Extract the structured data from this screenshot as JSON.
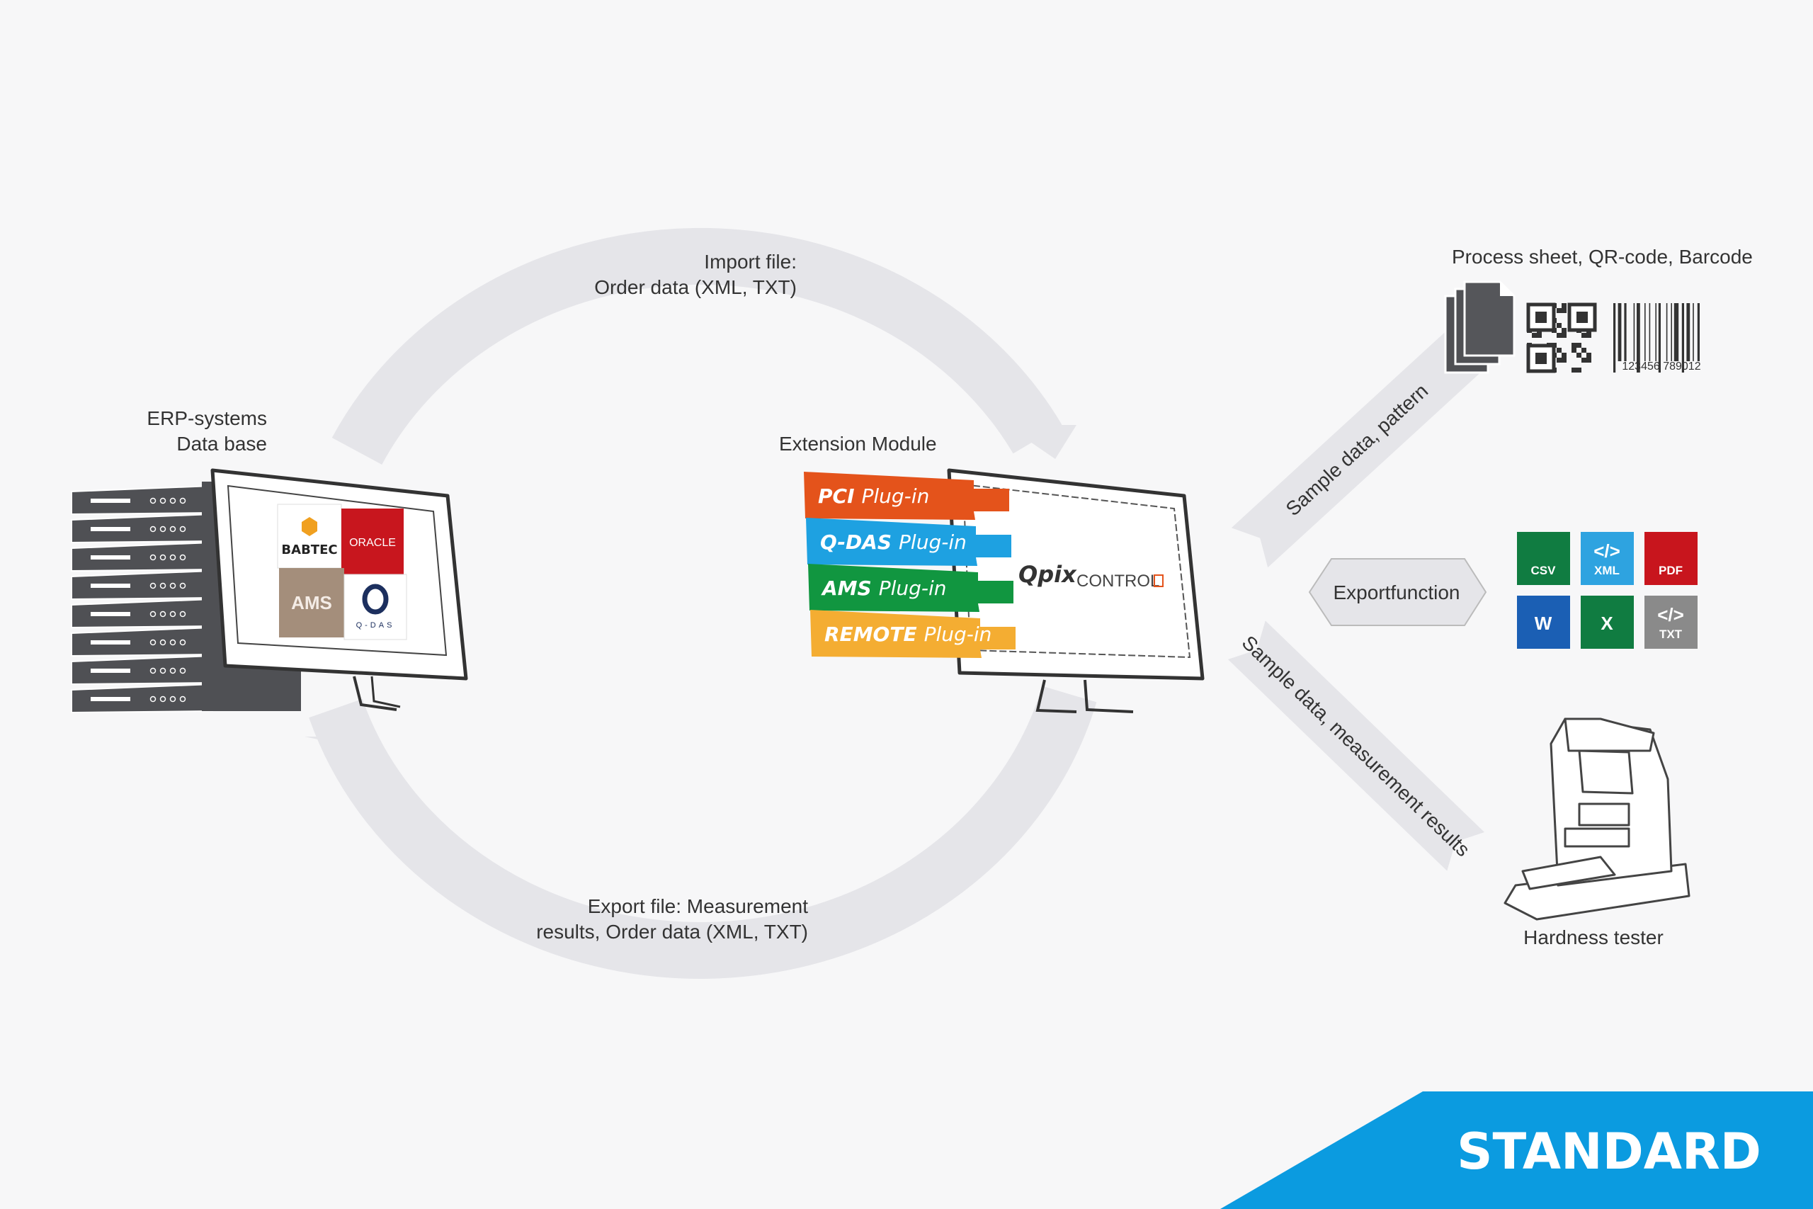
{
  "labels": {
    "import_line1": "Import file:",
    "import_line2": "Order data (XML, TXT)",
    "erp_line1": "ERP-systems",
    "erp_line2": "Data base",
    "extension_module": "Extension Module",
    "export_line1": "Export file: Measurement",
    "export_line2": "results, Order data (XML, TXT)",
    "process_sheet": "Process sheet, QR-code, Barcode",
    "sample_pattern": "Sample data, pattern",
    "sample_results": "Sample data, measurement results",
    "exportfunction": "Exportfunction",
    "hardness_tester": "Hardness tester",
    "barcode_number": "123456 789012",
    "standard": "STANDARD"
  },
  "erp_logos": {
    "babtec": "BABTEC",
    "oracle": "ORACLE",
    "ams": "AMS",
    "qdas": "Q-DAS"
  },
  "plugins": [
    {
      "name": "PCI",
      "suffix": "Plug-in",
      "color": "#e4531b"
    },
    {
      "name": "Q-DAS",
      "suffix": "Plug-in",
      "color": "#1ea1e1"
    },
    {
      "name": "AMS",
      "suffix": "Plug-in",
      "color": "#119640"
    },
    {
      "name": "REMOTE",
      "suffix": "Plug-in",
      "color": "#f4ad32"
    }
  ],
  "qpix": {
    "brand": "Qpix",
    "product": "CONTROL"
  },
  "export_formats": [
    {
      "label": "CSV",
      "color": "#107c41"
    },
    {
      "label": "XML",
      "color": "#2ea3e0"
    },
    {
      "label": "PDF",
      "color": "#c8151d"
    },
    {
      "label": "W",
      "color": "#1b5fb4"
    },
    {
      "label": "X",
      "color": "#107c41"
    },
    {
      "label": "TXT",
      "color": "#8a8a8a"
    }
  ],
  "colors": {
    "banner": "#0b9be0",
    "arc": "#e5e5e9",
    "server": "#4f5054"
  }
}
